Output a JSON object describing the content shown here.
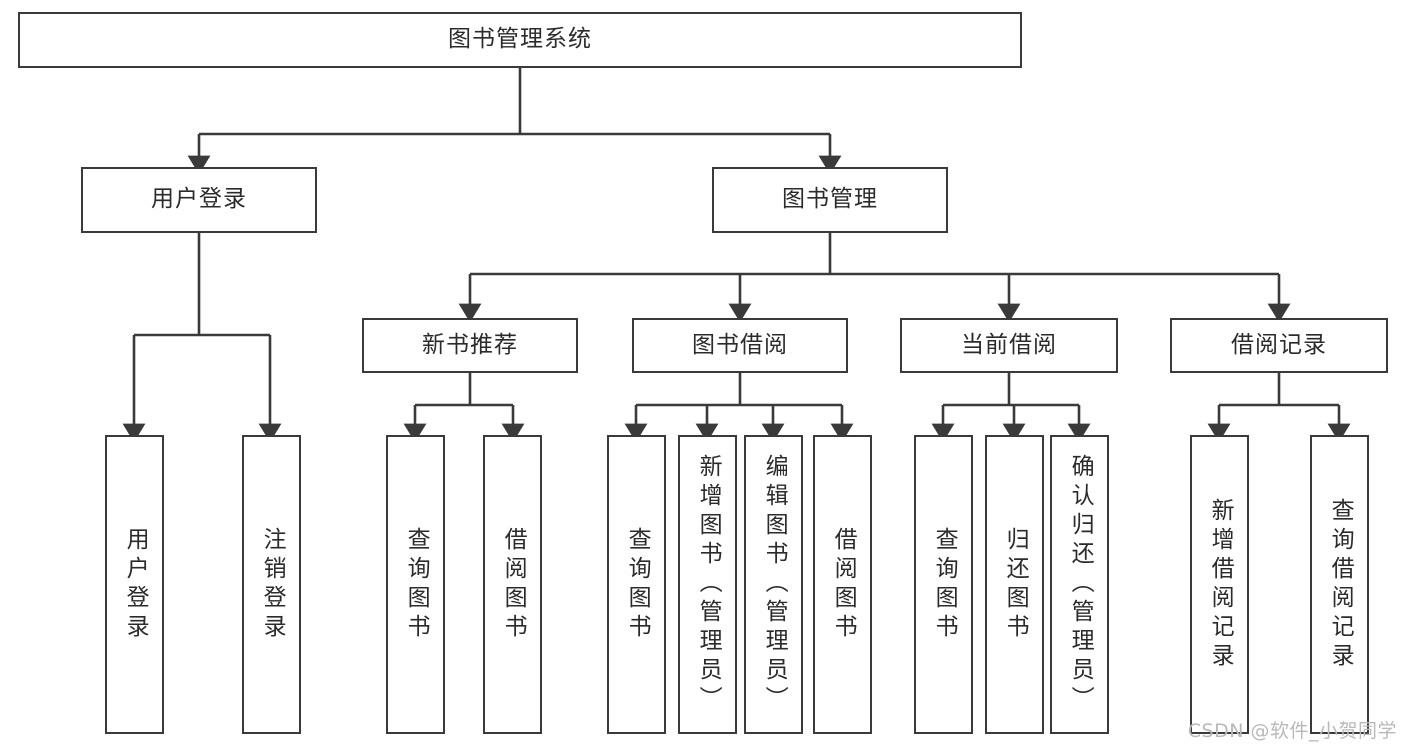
{
  "diagram": {
    "type": "tree-hierarchy-chart",
    "title": "图书管理系统",
    "stroke_color": "#3a3a3a",
    "text_color": "#2b2b2b",
    "background": "#ffffff",
    "root": {
      "id": "root",
      "label": "图书管理系统",
      "orientation": "horizontal"
    },
    "level2": [
      {
        "id": "user-login",
        "label": "用户登录",
        "orientation": "horizontal"
      },
      {
        "id": "book-manage",
        "label": "图书管理",
        "orientation": "horizontal"
      }
    ],
    "level3": [
      {
        "id": "new-book-recommend",
        "label": "新书推荐",
        "orientation": "horizontal",
        "parent": "book-manage"
      },
      {
        "id": "book-borrow",
        "label": "图书借阅",
        "orientation": "horizontal",
        "parent": "book-manage"
      },
      {
        "id": "current-borrow",
        "label": "当前借阅",
        "orientation": "horizontal",
        "parent": "book-manage"
      },
      {
        "id": "borrow-record",
        "label": "借阅记录",
        "orientation": "horizontal",
        "parent": "book-manage"
      }
    ],
    "leaves": [
      {
        "id": "leaf-user-login",
        "label": "用户登录",
        "parent": "user-login"
      },
      {
        "id": "leaf-logout-login",
        "label": "注销登录",
        "parent": "user-login"
      },
      {
        "id": "leaf-query-book-1",
        "label": "查询图书",
        "parent": "new-book-recommend"
      },
      {
        "id": "leaf-borrow-book-1",
        "label": "借阅图书",
        "parent": "new-book-recommend"
      },
      {
        "id": "leaf-query-book-2",
        "label": "查询图书",
        "parent": "book-borrow"
      },
      {
        "id": "leaf-add-book-admin",
        "label": "新增图书（管理员）",
        "parent": "book-borrow"
      },
      {
        "id": "leaf-edit-book-admin",
        "label": "编辑图书（管理员）",
        "parent": "book-borrow"
      },
      {
        "id": "leaf-borrow-book-2",
        "label": "借阅图书",
        "parent": "book-borrow"
      },
      {
        "id": "leaf-query-book-3",
        "label": "查询图书",
        "parent": "current-borrow"
      },
      {
        "id": "leaf-return-book",
        "label": "归还图书",
        "parent": "current-borrow"
      },
      {
        "id": "leaf-confirm-return",
        "label": "确认归还（管理员）",
        "parent": "current-borrow"
      },
      {
        "id": "leaf-add-record",
        "label": "新增借阅记录",
        "parent": "borrow-record"
      },
      {
        "id": "leaf-query-record",
        "label": "查询借阅记录",
        "parent": "borrow-record"
      }
    ]
  },
  "watermark": {
    "text": "CSDN @软件_小贺同学"
  }
}
